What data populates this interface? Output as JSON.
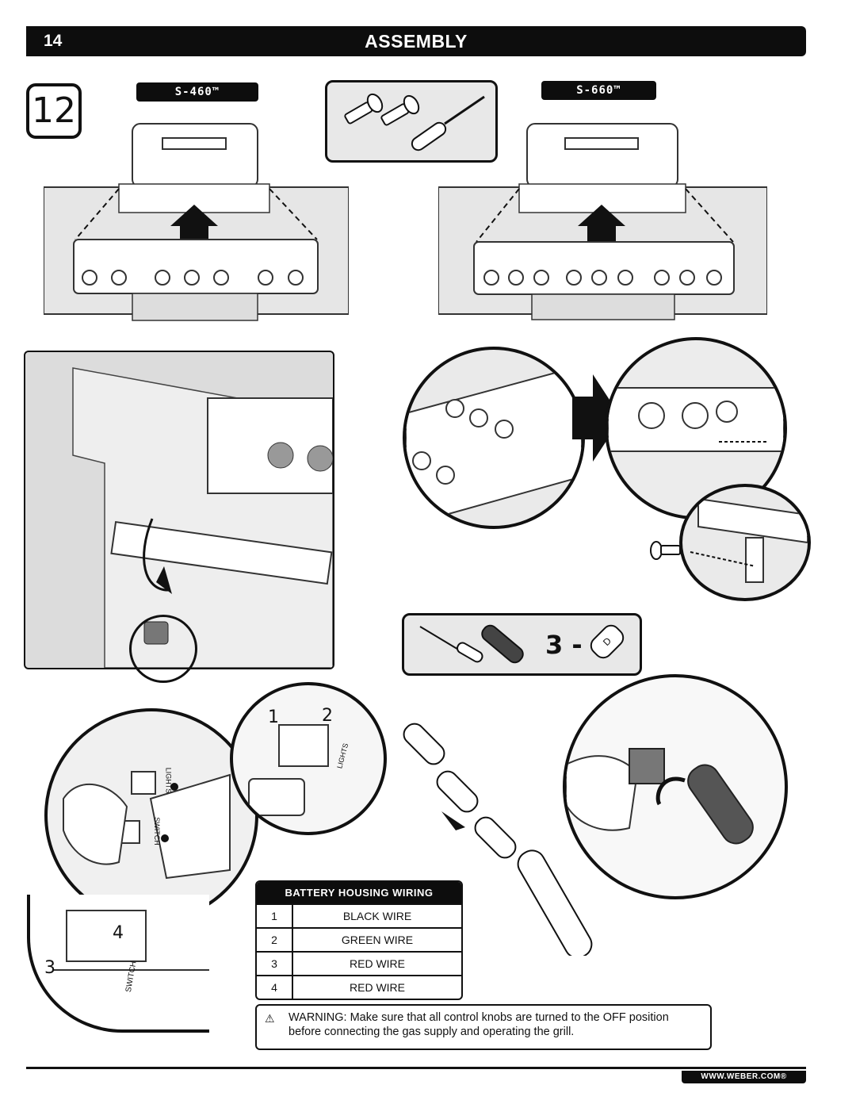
{
  "header": {
    "page_number": "14",
    "title": "ASSEMBLY"
  },
  "step": {
    "number": "12"
  },
  "models": {
    "left": "S-460™",
    "right": "S-660™"
  },
  "tools_panel": {
    "battery_count": "3 -",
    "battery_label": "D"
  },
  "callouts": {
    "c1": "1",
    "c2": "2",
    "c3": "3",
    "c4": "4"
  },
  "connector_labels": {
    "lights": "LIGHTS",
    "switch": "SWITCH"
  },
  "wiring_table": {
    "title": "BATTERY HOUSING WIRING",
    "rows": [
      {
        "num": "1",
        "wire": "BLACK WIRE"
      },
      {
        "num": "2",
        "wire": "GREEN WIRE"
      },
      {
        "num": "3",
        "wire": "RED WIRE"
      },
      {
        "num": "4",
        "wire": "RED WIRE"
      }
    ]
  },
  "warning": {
    "icon": "warning-triangle-icon",
    "text": "WARNING: Make sure that all control knobs are turned to the OFF position before connecting the gas supply and operating the grill."
  },
  "footer": {
    "url": "WWW.WEBER.COM®"
  }
}
